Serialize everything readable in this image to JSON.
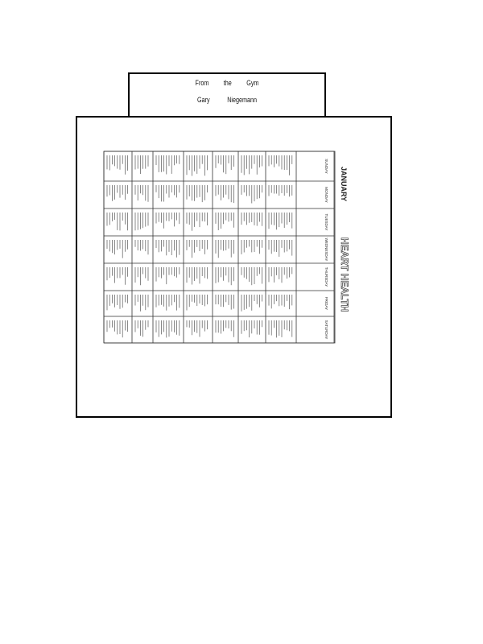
{
  "header": {
    "line1": [
      "From",
      "the",
      "Gym"
    ],
    "line2": [
      "Gary",
      "Niegemann"
    ]
  },
  "calendar": {
    "month": "JANUARY",
    "theme": "HEART HEALTH",
    "days": [
      "SUNDAY",
      "MONDAY",
      "TUESDAY",
      "WEDNESDAY",
      "THURSDAY",
      "FRIDAY",
      "SATURDAY"
    ],
    "ink_color": "#222222"
  }
}
